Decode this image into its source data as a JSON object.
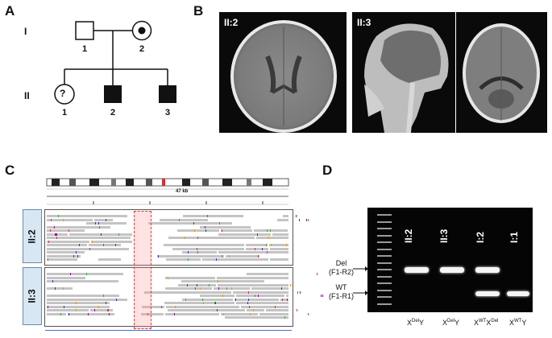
{
  "panels": {
    "a": "A",
    "b": "B",
    "c": "C",
    "d": "D"
  },
  "pedigree": {
    "generations": [
      "I",
      "II"
    ],
    "individuals": [
      {
        "gen": "I",
        "num": "1",
        "sex": "male",
        "status": "unaffected",
        "mark": ""
      },
      {
        "gen": "I",
        "num": "2",
        "sex": "female",
        "status": "carrier",
        "mark": ""
      },
      {
        "gen": "II",
        "num": "1",
        "sex": "female",
        "status": "unknown",
        "mark": "?"
      },
      {
        "gen": "II",
        "num": "2",
        "sex": "male",
        "status": "affected",
        "mark": ""
      },
      {
        "gen": "II",
        "num": "3",
        "sex": "male",
        "status": "affected",
        "mark": ""
      }
    ]
  },
  "mri": {
    "left_label": "II:2",
    "right_label": "II:3"
  },
  "igv": {
    "size_label": "47 kb",
    "samples": [
      "II:2",
      "II:3"
    ],
    "track_label_top": "II:2",
    "track_label_bottom": "II:3"
  },
  "gel": {
    "lanes": [
      "II:2",
      "II:3",
      "I:2",
      "I:1"
    ],
    "band_labels": [
      {
        "line1": "Del",
        "line2": "(F1-R2)"
      },
      {
        "line1": "WT",
        "line2": "(F1-R1)"
      }
    ],
    "genotypes": [
      {
        "base": "X",
        "sup": "Del",
        "tail": "Y"
      },
      {
        "base": "X",
        "sup": "Del",
        "tail": "Y"
      },
      {
        "base": "X",
        "sup": "WT",
        "tail": "X",
        "sup2": "Del"
      },
      {
        "base": "X",
        "sup": "WT",
        "tail": "Y"
      }
    ],
    "bands": {
      "II:2": [
        "del"
      ],
      "II:3": [
        "del"
      ],
      "I:2": [
        "del",
        "wt"
      ],
      "I:1": [
        "wt"
      ]
    }
  }
}
